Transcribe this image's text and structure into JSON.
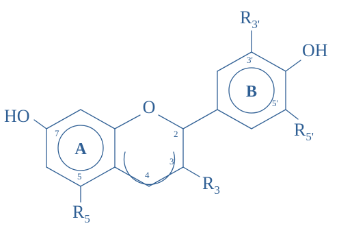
{
  "colors": {
    "ink": "#2f5f94"
  },
  "ring_labels": {
    "a": "A",
    "b": "B"
  },
  "substituents": {
    "ho": "HO",
    "oh": "OH",
    "o": "O",
    "r": "R",
    "r3_sub": "3",
    "r5_sub": "5",
    "r3p_sub": "3'",
    "r5p_sub": "5'"
  },
  "positions": {
    "p2": "2",
    "p3": "3",
    "p4": "4",
    "p5": "5",
    "p7": "7",
    "p3p": "3'",
    "p5p": "5'"
  }
}
